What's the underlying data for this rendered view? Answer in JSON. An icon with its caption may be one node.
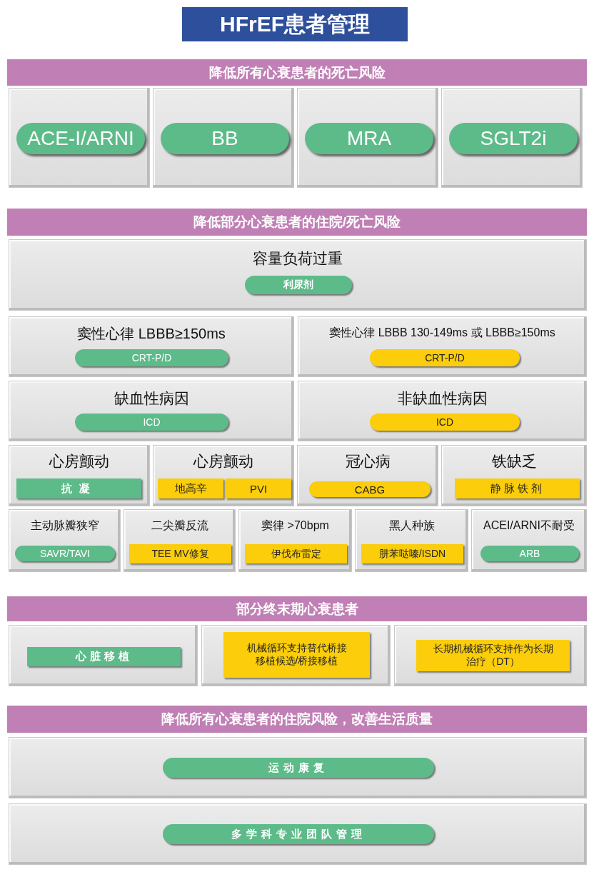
{
  "diagram": {
    "title": "HFrEF患者管理",
    "nodes": [
      {
        "text": [
          "降低所有心衰患者的死亡风险"
        ]
      },
      {
        "text": [],
        "shape": "box"
      },
      {
        "text": [
          "ACE-I/ARNI"
        ],
        "in": 1
      },
      {
        "text": [],
        "shape": "box"
      },
      {
        "text": [
          "BB"
        ],
        "in": 3
      },
      {
        "text": [],
        "shape": "box"
      },
      {
        "text": [
          "MRA"
        ],
        "in": 5
      },
      {
        "text": [],
        "shape": "box"
      },
      {
        "text": [
          "SGLT2i"
        ],
        "in": 7
      },
      {
        "text": [
          "降低部分心衰患者的住院/死亡风险"
        ]
      },
      {
        "text": [
          "容量负荷过重"
        ]
      },
      {
        "text": [
          "利尿剂"
        ],
        "in": 10
      },
      {
        "text": [
          "窦性心律 LBBB≥150ms"
        ]
      },
      {
        "text": [
          "CRT-P/D"
        ],
        "in": 12
      },
      {
        "text": [
          "窦性心律 LBBB 130-149ms 或 LBBB≥150ms"
        ]
      },
      {
        "text": [
          "CRT-P/D"
        ],
        "in": 14
      },
      {
        "text": [
          "缺血性病因"
        ]
      },
      {
        "text": [
          "ICD"
        ],
        "in": 16
      },
      {
        "text": [
          "非缺血性病因"
        ]
      },
      {
        "text": [
          "ICD"
        ],
        "in": 18
      },
      {
        "text": [
          "心房颤动"
        ]
      },
      {
        "text": [
          "抗凝"
        ],
        "in": 20
      },
      {
        "text": [
          "心房颤动"
        ]
      },
      {
        "text": [
          "地高辛"
        ],
        "in": 22
      },
      {
        "text": [
          "PVI"
        ],
        "in": 22
      },
      {
        "text": [
          "冠心病"
        ]
      },
      {
        "text": [
          "CABG"
        ],
        "in": 25
      },
      {
        "text": [
          "铁缺乏"
        ]
      },
      {
        "text": [
          "静脉铁剂"
        ],
        "in": 27
      },
      {
        "text": [
          "主动脉瓣狭窄"
        ]
      },
      {
        "text": [
          "SAVR/TAVI"
        ],
        "in": 29
      },
      {
        "text": [
          "二尖瓣反流"
        ]
      },
      {
        "text": [
          "TEE MV修复"
        ],
        "in": 31
      },
      {
        "text": [
          "窦律 >70bpm"
        ]
      },
      {
        "text": [
          "伊伐布雷定"
        ],
        "in": 33
      },
      {
        "text": [
          "黑人种族"
        ]
      },
      {
        "text": [
          "肼苯哒嗪/ISDN"
        ],
        "in": 35
      },
      {
        "text": [
          "ACEI/ARNI不耐受"
        ]
      },
      {
        "text": [
          "ARB"
        ],
        "in": 37
      },
      {
        "text": [
          "部分终末期心衰患者"
        ]
      },
      {
        "text": [],
        "shape": "box"
      },
      {
        "text": [
          "心脏移植"
        ],
        "in": 40
      },
      {
        "text": [],
        "shape": "box"
      },
      {
        "text": [
          "机械循环支持替代桥接移植候选/桥接移植"
        ],
        "in": 42
      },
      {
        "text": [],
        "shape": "box"
      },
      {
        "text": [
          "长期机械循环支持作为长期治疗（DT）"
        ],
        "in": 44
      },
      {
        "text": [
          "降低所有心衰患者的住院风险，改善生活质量"
        ]
      },
      {
        "text": [],
        "shape": "box"
      },
      {
        "text": [
          "运动康复"
        ],
        "in": 47
      },
      {
        "text": [],
        "shape": "box"
      },
      {
        "text": [
          "多学科专业团队管理"
        ],
        "in": 49
      }
    ]
  }
}
